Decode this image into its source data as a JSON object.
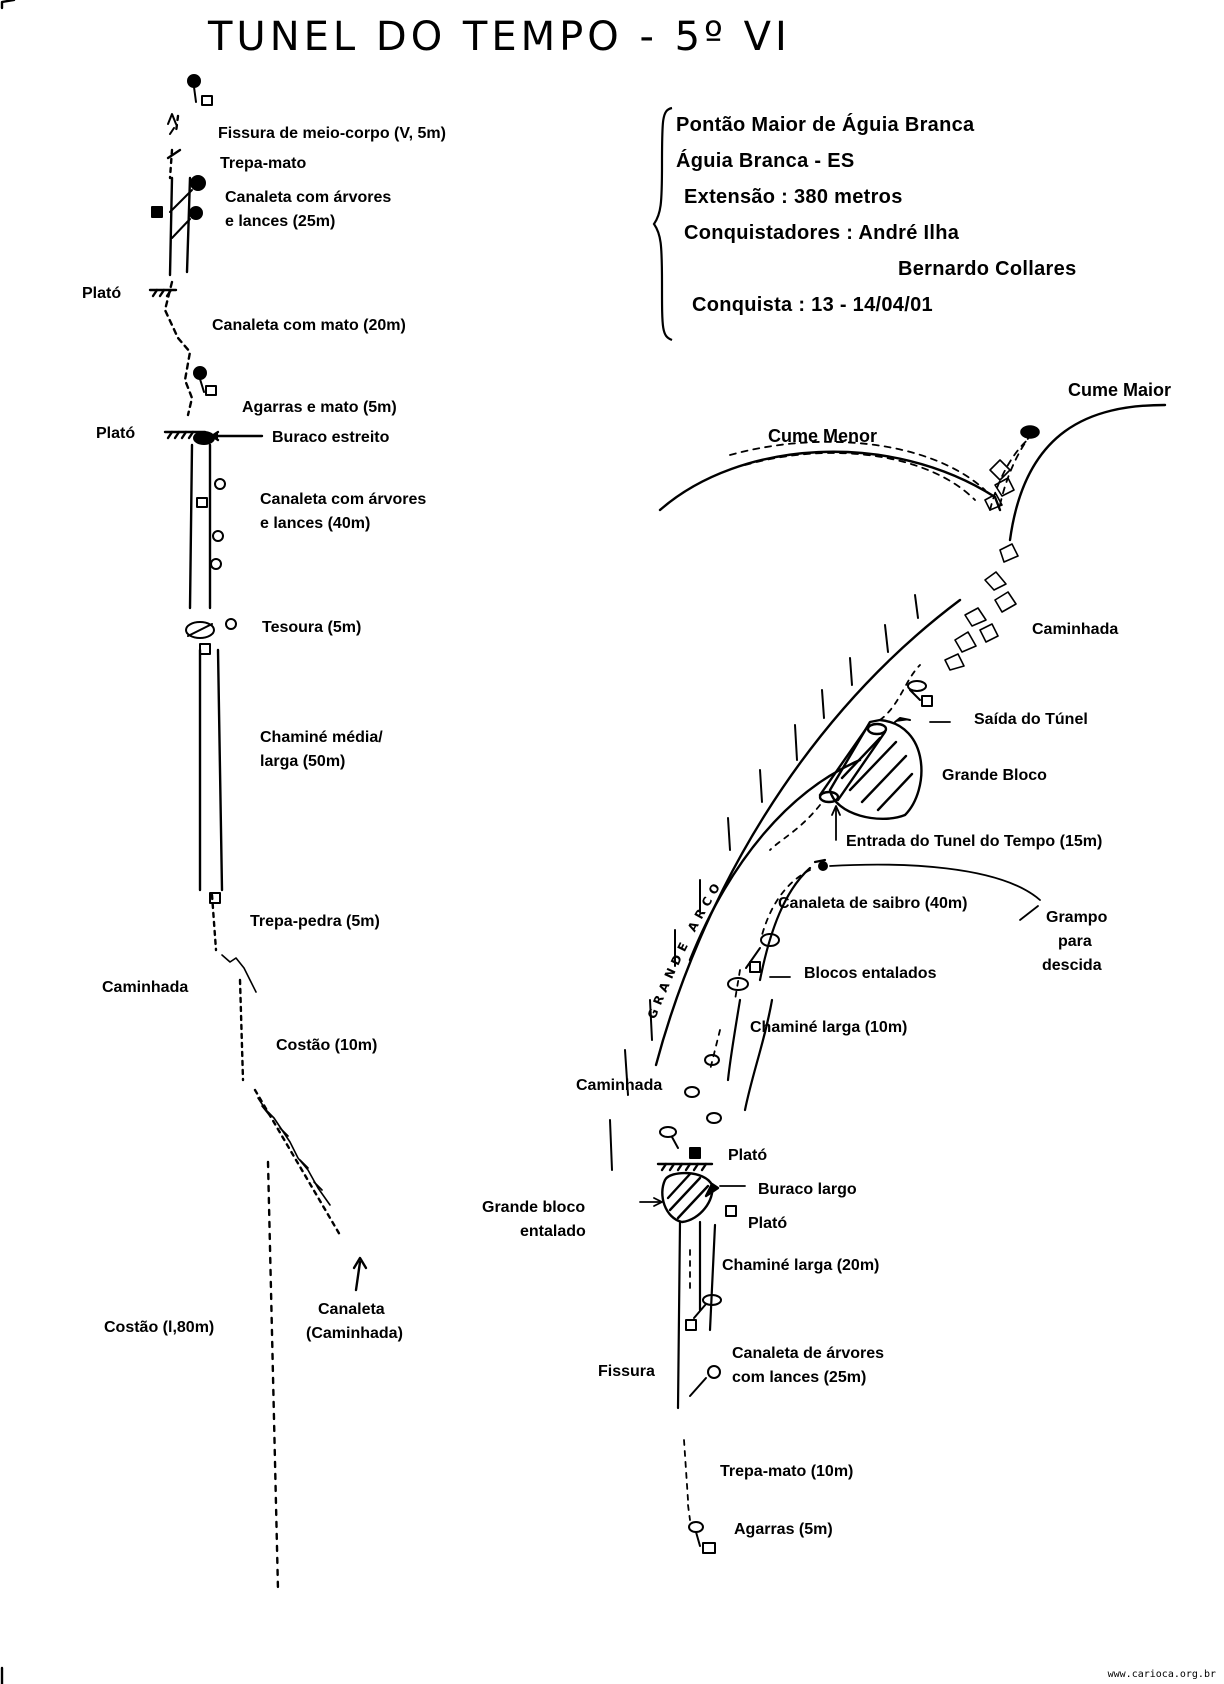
{
  "title": "TUNEL DO TEMPO - 5º VI",
  "info": {
    "mountain": "Pontão Maior de Águia Branca",
    "location": "Águia Branca - ES",
    "extent": "Extensão : 380 metros",
    "conquerors": "Conquistadores : André Ilha",
    "conqueror_2": "Bernardo Collares",
    "date": "Conquista : 13 - 14/04/01"
  },
  "left_route": {
    "labels": [
      "Fissura de meio-corpo (V, 5m)",
      "Trepa-mato",
      "Canaleta com árvores",
      "e lances (25m)",
      "Plató",
      "Canaleta com mato (20m)",
      "Agarras e mato (5m)",
      "Plató",
      "Buraco estreito",
      "Canaleta com árvores",
      "e lances (40m)",
      "Tesoura (5m)",
      "Chaminé média/",
      "larga (50m)",
      "Trepa-pedra (5m)",
      "Caminhada",
      "Costão (10m)",
      "Costão (l,80m)",
      "Canaleta",
      "(Caminhada)"
    ]
  },
  "right_route": {
    "labels": [
      "Cume Maior",
      "Cume Menor",
      "Caminhada",
      "Saída do Túnel",
      "Grande Bloco",
      "Entrada do Tunel do Tempo (15m)",
      "Canaleta de saibro (40m)",
      "Grampo",
      "para",
      "descida",
      "Blocos entalados",
      "Chaminé larga (10m)",
      "Caminhada",
      "Plató",
      "Buraco largo",
      "Grande bloco",
      "entalado",
      "Plató",
      "Chaminé larga (20m)",
      "Canaleta de árvores",
      "com lances (25m)",
      "Fissura",
      "Trepa-mato (10m)",
      "Agarras (5m)"
    ],
    "arc_label": "GRANDE ARCO"
  },
  "footer": "www.carioca.org.br"
}
